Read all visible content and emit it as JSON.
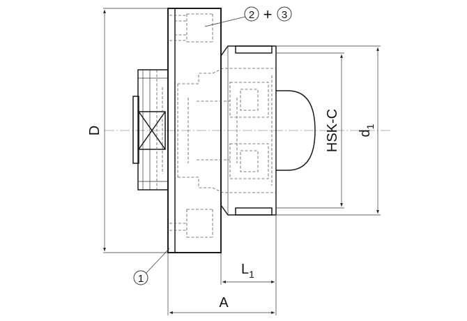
{
  "dimensions": {
    "diameter_label": "D",
    "hsk_label": "HSK-C",
    "d1_main": "d",
    "d1_sub": "1",
    "l1_main": "L",
    "l1_sub": "1",
    "a_label": "A"
  },
  "callouts": {
    "part_1": "1",
    "part_2": "2",
    "plus": "+",
    "part_3": "3"
  }
}
